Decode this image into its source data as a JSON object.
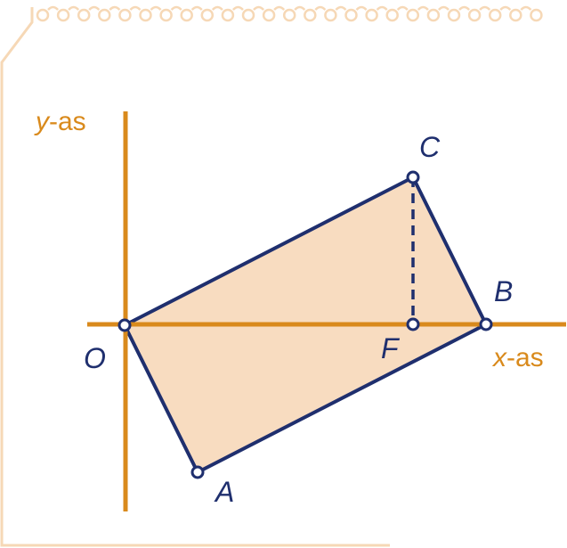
{
  "colors": {
    "axis": "#d98a1c",
    "outline": "#1f2f6e",
    "fill": "#f8dcc0",
    "paper_border": "#f6d8b6",
    "background": "#ffffff"
  },
  "axes": {
    "y_label_var": "y",
    "y_label_suffix": "-as",
    "x_label_var": "x",
    "x_label_suffix": "-as"
  },
  "points": {
    "O": "O",
    "A": "A",
    "B": "B",
    "C": "C",
    "F": "F"
  }
}
